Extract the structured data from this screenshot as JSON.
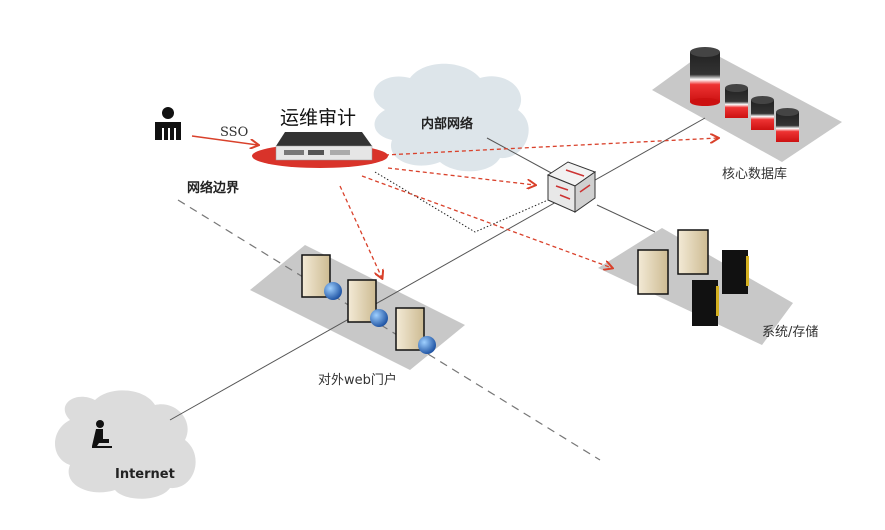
{
  "labels": {
    "sso": "SSO",
    "audit": "运维审计",
    "internal_network": "内部网络",
    "network_boundary": "网络边界",
    "core_database": "核心数据库",
    "system_storage": "系统/存储",
    "web_portal": "对外web门户",
    "internet": "Internet"
  },
  "colors": {
    "arrow": "#d9412b",
    "platform": "#c8c8c8",
    "cloud_internal": "#dde5ea",
    "cloud_internet": "#dcdcdc"
  },
  "icons": [
    "user-icon",
    "audit-appliance-icon",
    "switch-icon",
    "database-icon",
    "server-icon",
    "storage-icon",
    "globe-icon",
    "internet-user-icon",
    "cloud-icon"
  ]
}
